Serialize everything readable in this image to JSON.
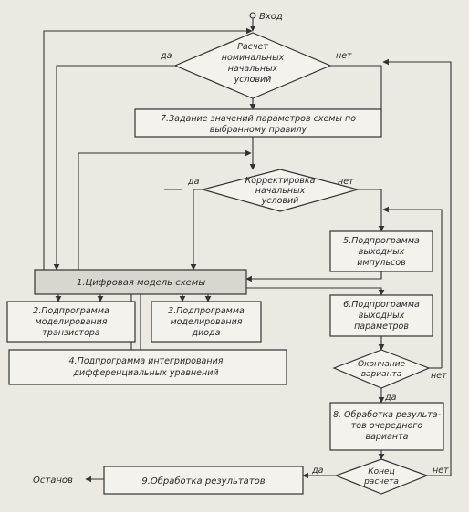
{
  "labels": {
    "entry": "Вход",
    "stop": "Останов",
    "yes": "да",
    "no": "нет"
  },
  "decision_nominal": [
    "Расчет",
    "номинальных",
    "начальных",
    "условий"
  ],
  "box_assign": [
    "7.Задание значений параметров схемы по",
    "выбранному правилу"
  ],
  "decision_correct": [
    "Корректировка",
    "начальных",
    "условий"
  ],
  "box_pulses": [
    "5.Подпрограмма",
    "выходных",
    "импульсов"
  ],
  "box_model": [
    "1.Цифровая модель схемы"
  ],
  "box_transistor": [
    "2.Подпрограмма",
    "моделирования",
    "транзистора"
  ],
  "box_diode": [
    "3.Подпрограмма",
    "моделирования",
    "диода"
  ],
  "box_output_params": [
    "6.Подпрограмма",
    "выходных",
    "параметров"
  ],
  "box_integration": [
    "4.Подпрограмма интегрирования",
    "дифференциальных уравнений"
  ],
  "decision_variant_end": [
    "Окончание",
    "варианта"
  ],
  "box_variant_results": [
    "8. Обработка результа-",
    "тов очередного",
    "варианта"
  ],
  "decision_calc_end": [
    "Конец",
    "расчета"
  ],
  "box_results": [
    "9.Обработка результатов"
  ]
}
